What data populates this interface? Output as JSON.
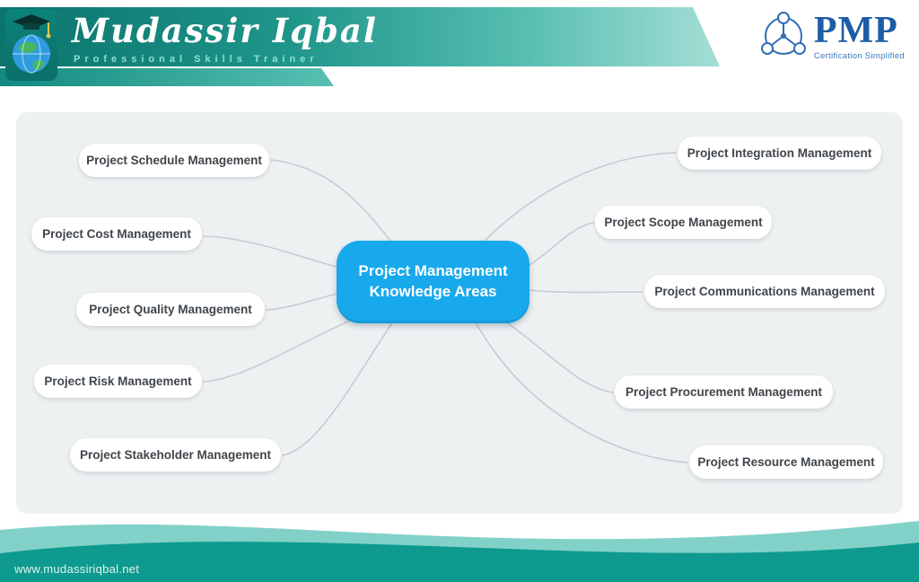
{
  "header": {
    "brand": {
      "name": "Mudassir Iqbal",
      "subtitle": "Professional Skills Trainer"
    },
    "pmp": {
      "acronym": "PMP",
      "tagline": "Certification Simplified"
    }
  },
  "icons": {
    "brand_logo": "globe-with-graduation-cap",
    "pmp_icon": "people-network-globe"
  },
  "mindmap": {
    "center": {
      "line1": "Project Management",
      "line2": "Knowledge Areas"
    },
    "left": [
      {
        "label": "Project Schedule Management"
      },
      {
        "label": "Project Cost Management"
      },
      {
        "label": "Project Quality Management"
      },
      {
        "label": "Project Risk Management"
      },
      {
        "label": "Project Stakeholder Management"
      }
    ],
    "right": [
      {
        "label": "Project Integration Management"
      },
      {
        "label": "Project Scope Management"
      },
      {
        "label": "Project Communications Management"
      },
      {
        "label": "Project Procurement Management"
      },
      {
        "label": "Project Resource Management"
      }
    ]
  },
  "footer": {
    "website": "www.mudassiriqbal.net"
  },
  "colors": {
    "teal_dark": "#0b746c",
    "teal_light": "#55bdb0",
    "node_blue": "#18a9ec",
    "panel_bg": "#eef1f2",
    "pmp_blue": "#1d5ca6",
    "pill_text": "#40464c"
  }
}
